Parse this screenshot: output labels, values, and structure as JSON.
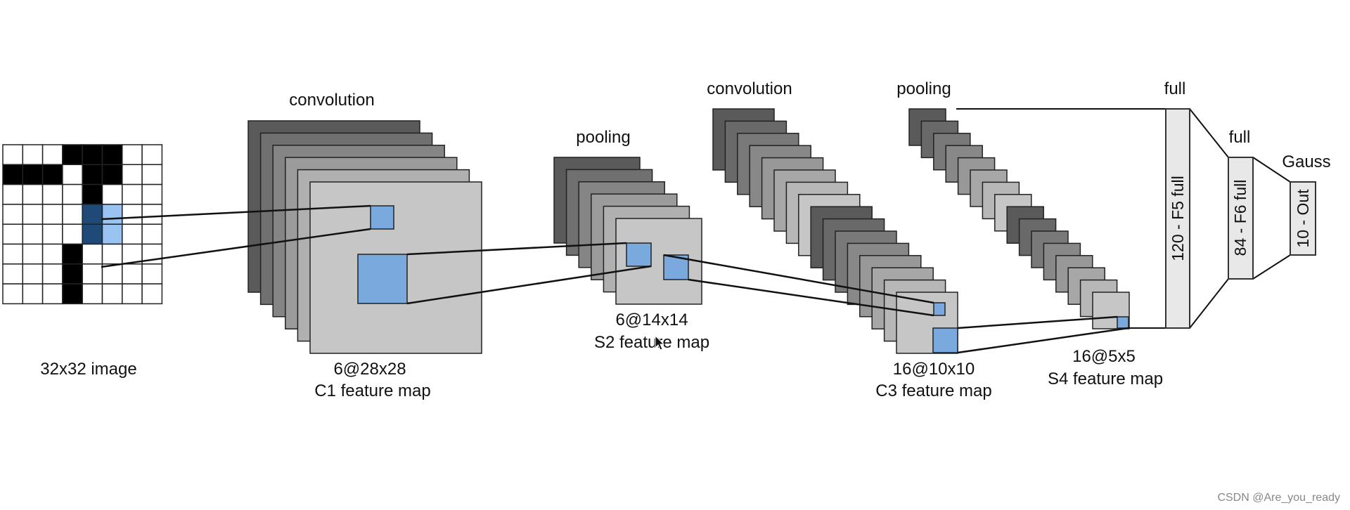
{
  "stage_labels": {
    "conv1": "convolution",
    "pool1": "pooling",
    "conv2": "convolution",
    "pool2": "pooling",
    "full1": "full",
    "full2": "full",
    "gauss": "Gauss"
  },
  "input": {
    "line1": "32x32 image"
  },
  "c1": {
    "line1": "6@28x28",
    "line2": "C1 feature map"
  },
  "s2": {
    "line1": "6@14x14",
    "line2": "S2 feature map"
  },
  "c3": {
    "line1": "16@10x10",
    "line2": "C3 feature map"
  },
  "s4": {
    "line1": "16@5x5",
    "line2": "S4 feature map"
  },
  "layers": {
    "f5": "120 - F5 full",
    "f6": "84 - F6 full",
    "out": "10 - Out"
  },
  "watermark": "CSDN @Are_you_ready",
  "colors": {
    "highlight": "#7aaadd",
    "highlight_light": "#99c4f2",
    "highlight_dark": "#1f4a78",
    "map_face": "#c6c6c6",
    "map_dark": "#5a5a5a"
  }
}
